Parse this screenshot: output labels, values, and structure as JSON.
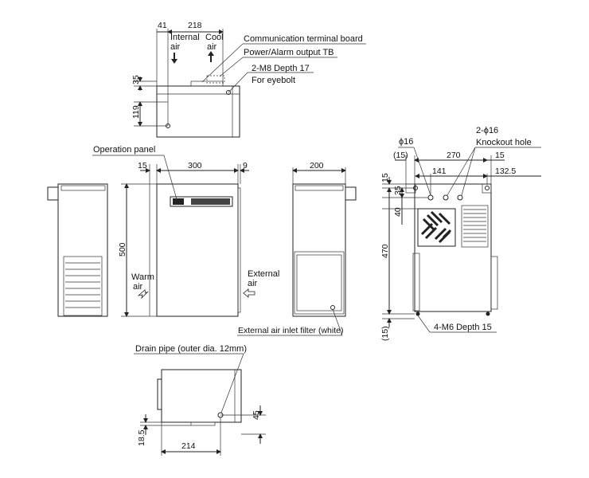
{
  "top_view": {
    "dim_41": "41",
    "dim_218": "218",
    "dim_35": "35",
    "dim_119": "119",
    "internal_air": [
      "Internal",
      "air"
    ],
    "cool_air": [
      "Cool",
      "air"
    ],
    "comm_board": "Communication terminal board",
    "power_tb": "Power/Alarm output TB",
    "eyebolt_spec": "2-M8 Depth 17",
    "eyebolt_note": "For eyebolt"
  },
  "front_view": {
    "operation_panel": "Operation panel",
    "dim_15": "15",
    "dim_300": "300",
    "dim_9": "9",
    "dim_500": "500",
    "warm_air": [
      "Warm",
      "air"
    ],
    "external_air": [
      "External",
      "air"
    ]
  },
  "side_view": {
    "dim_200": "200",
    "filter_label": "External air inlet filter (white)"
  },
  "mount_view": {
    "dia16": "ϕ16",
    "dim_15_paren": "(15)",
    "dim_270": "270",
    "dim_15_right": "15",
    "knockout_spec": "2-ϕ16",
    "knockout_note": "Knockout hole",
    "dim_141": "141",
    "dim_132_5": "132.5",
    "dim_15_left": "15",
    "dim_35": "35",
    "dim_40": "40",
    "dim_470": "470",
    "dim_15_bottom": "(15)",
    "mount_holes": "4-M6 Depth 15"
  },
  "bottom_view": {
    "drain_pipe": "Drain pipe (outer dia. 12mm)",
    "dim_45": "45",
    "dim_18_5": "18.5",
    "dim_214": "214"
  }
}
